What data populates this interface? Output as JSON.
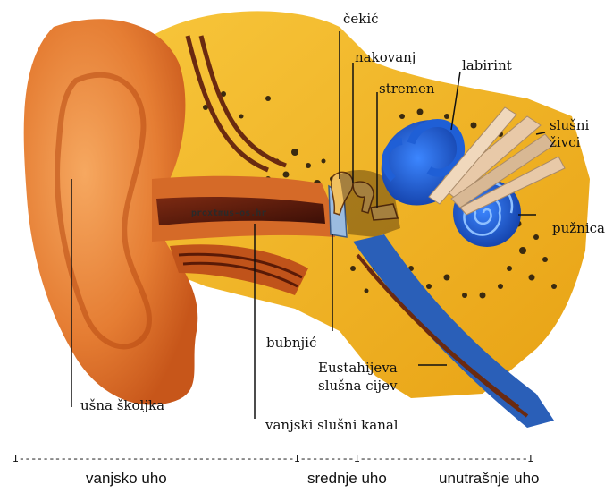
{
  "labels": {
    "cekic": "čekić",
    "nakovanj": "nakovanj",
    "stremen": "stremen",
    "labirint": "labirint",
    "slusni_1": "slušni",
    "slusni_2": "živci",
    "puznica": "pužnica",
    "bubnjic": "bubnjić",
    "eustahijeva_1": "Eustahijeva",
    "eustahijeva_2": "slušna cijev",
    "usna_skoljka": "ušna školjka",
    "vanjski_kanal": "vanjski slušni kanal"
  },
  "watermark": "proxtmus-os.hr",
  "sections": {
    "ruler_text": "I----------------------------------------------I---------I----------------------------I",
    "outer": "vanjsko uho",
    "middle": "srednje uho",
    "inner": "unutrašnje uho"
  },
  "colors": {
    "skin": "#e07a2a",
    "bone": "#f2b21a",
    "labyrinth": "#1f5fd6",
    "nerve": "#e8c9a8",
    "canal": "#6a2a10"
  }
}
